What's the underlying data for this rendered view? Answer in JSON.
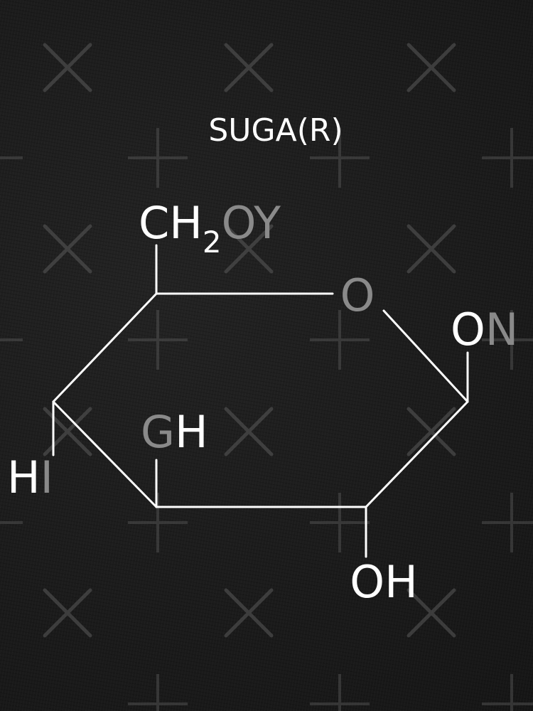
{
  "title": "SUGA(R)",
  "watermark_icon": "x-cross-icon",
  "colors": {
    "background": "#1b1b1b",
    "primary_text": "#ffffff",
    "dim_text": "#8a8a8a",
    "bond": "#ffffff",
    "watermark": "#5a5a5a"
  },
  "labels": {
    "ch2_main": "CH",
    "ch2_sub": "2",
    "ch2_dim": "OY",
    "ring_oxygen": "O",
    "right_bright": "O",
    "right_dim": "N",
    "left_bright": "H",
    "left_dim": "I",
    "mid_dim": "G",
    "mid_bright": "H",
    "bottom_oh": "OH"
  }
}
